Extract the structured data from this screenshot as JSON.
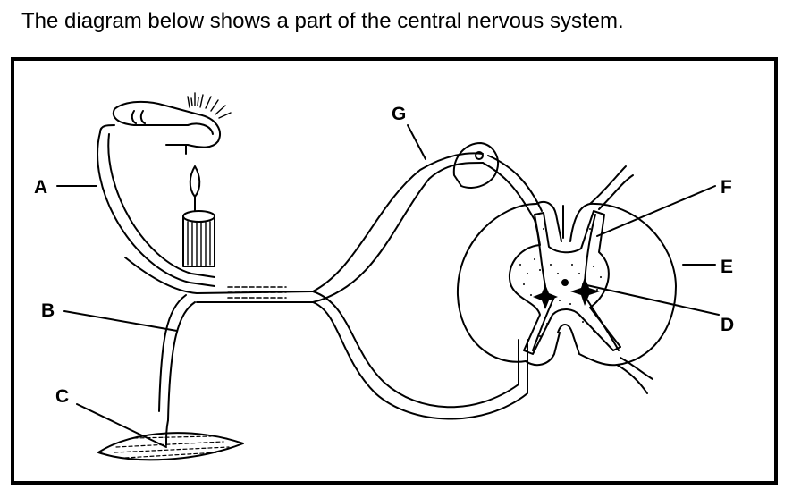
{
  "question": "The diagram below shows a part of the central nervous system.",
  "labels": {
    "a": "A",
    "b": "B",
    "c": "C",
    "d": "D",
    "e": "E",
    "f": "F",
    "g": "G"
  }
}
